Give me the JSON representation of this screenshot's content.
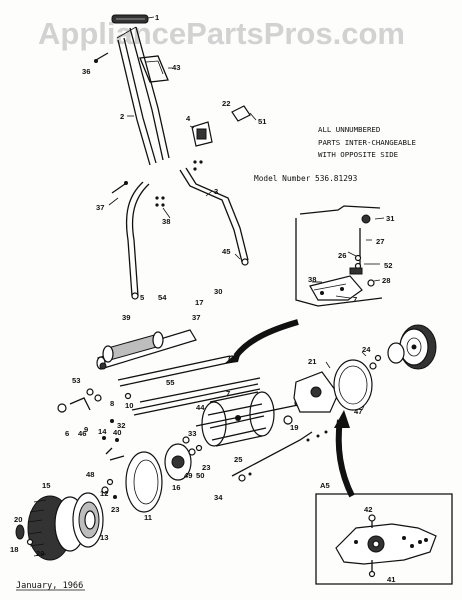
{
  "watermark": "AppliancePartsPros.com",
  "notes": {
    "line1": "ALL UNNUMBERED",
    "line2": "PARTS INTER-CHANGEABLE",
    "line3": "WITH OPPOSITE SIDE",
    "model": "Model Number 536.81293",
    "date": "January, 1966",
    "inset_label": "A5"
  },
  "callouts": {
    "c1": "1",
    "c2": "2",
    "c3": "3",
    "c4": "4",
    "c5": "5",
    "c6": "6",
    "c7": "7",
    "c7b": "7",
    "c8": "8",
    "c9": "9",
    "c10": "10",
    "c11": "11",
    "c12": "12",
    "c13": "13",
    "c14": "14",
    "c15": "15",
    "c16": "16",
    "c17": "17",
    "c18": "18",
    "c19": "19",
    "c20": "20",
    "c21": "21",
    "c22": "22",
    "c23": "23",
    "c23b": "23",
    "c24": "24",
    "c25": "25",
    "c26": "26",
    "c27": "27",
    "c28": "28",
    "c29": "29",
    "c30": "30",
    "c31": "31",
    "c32": "32",
    "c33": "33",
    "c34": "34",
    "c36": "36",
    "c37": "37",
    "c37b": "37",
    "c38": "38",
    "c38b": "38",
    "c39": "39",
    "c40": "40",
    "c41": "41",
    "c42": "42",
    "c43": "43",
    "c44": "44",
    "c45": "45",
    "c46": "46",
    "c47": "47",
    "c48": "48",
    "c49": "49",
    "c50": "50",
    "c51": "51",
    "c52": "52",
    "c53": "53",
    "c54": "54",
    "c55": "55"
  }
}
